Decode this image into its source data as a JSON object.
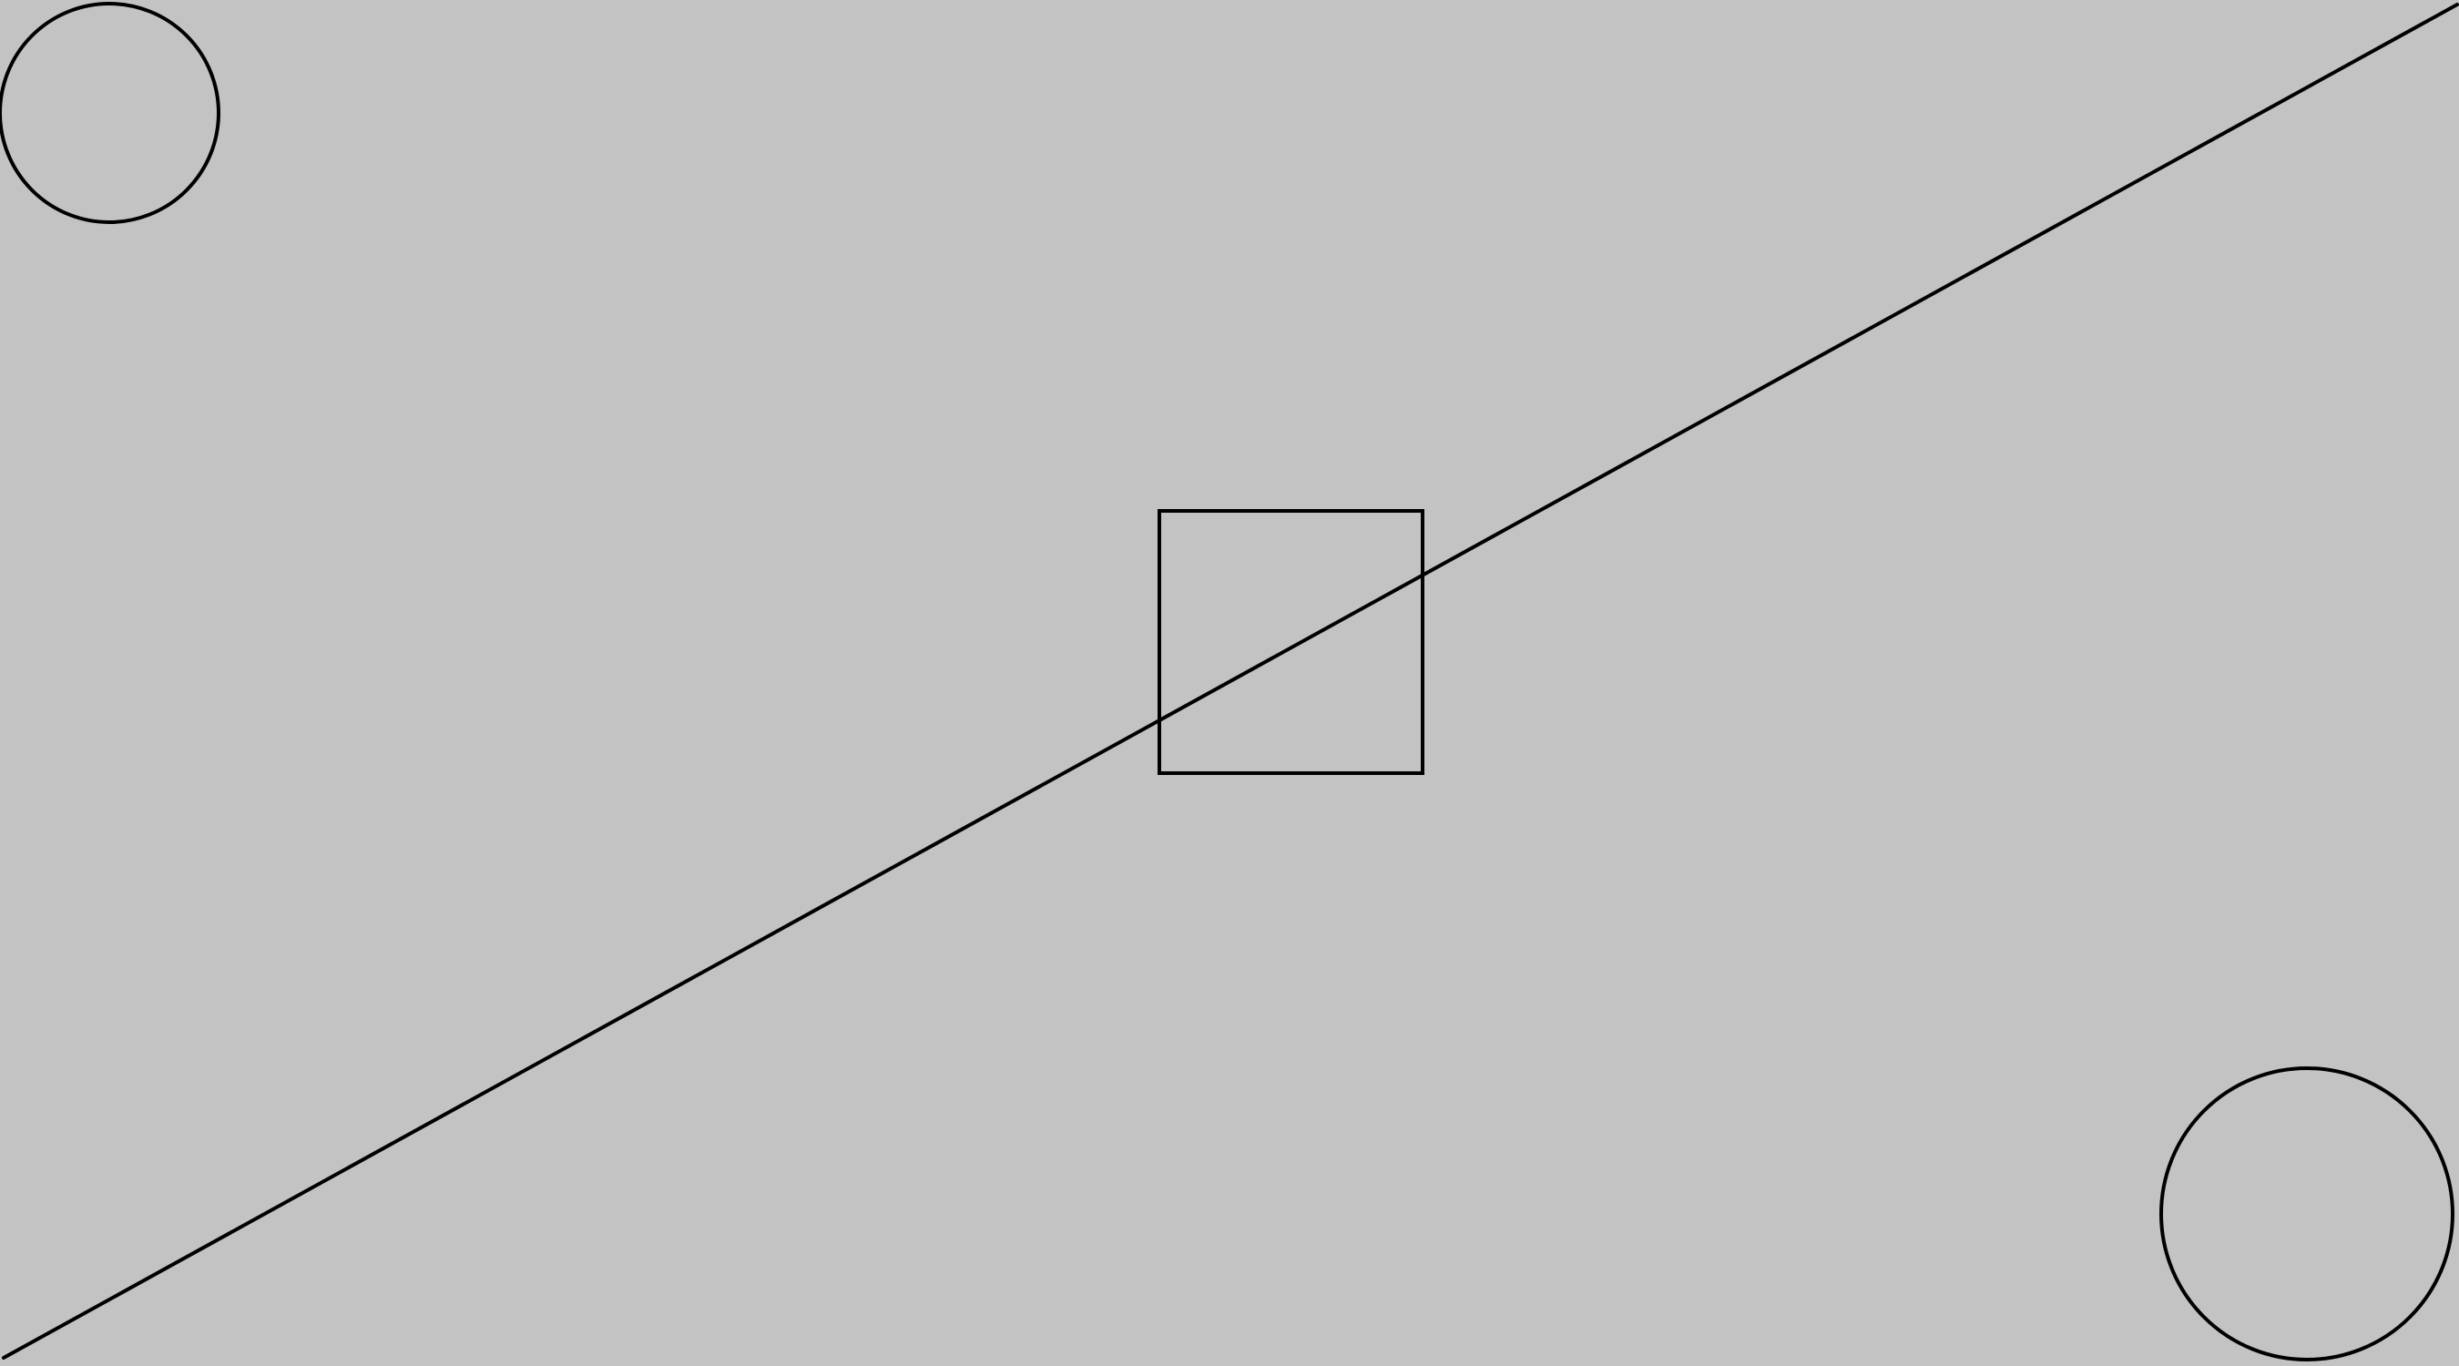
{
  "canvas": {
    "background": "#c3c3c3",
    "stroke_color": "#000000"
  },
  "shapes": [
    {
      "kind": "circle",
      "name": "top-left-circle"
    },
    {
      "kind": "circle",
      "name": "bottom-right-circle"
    },
    {
      "kind": "rectangle",
      "name": "center-square"
    },
    {
      "kind": "line",
      "name": "diagonal-line"
    }
  ]
}
